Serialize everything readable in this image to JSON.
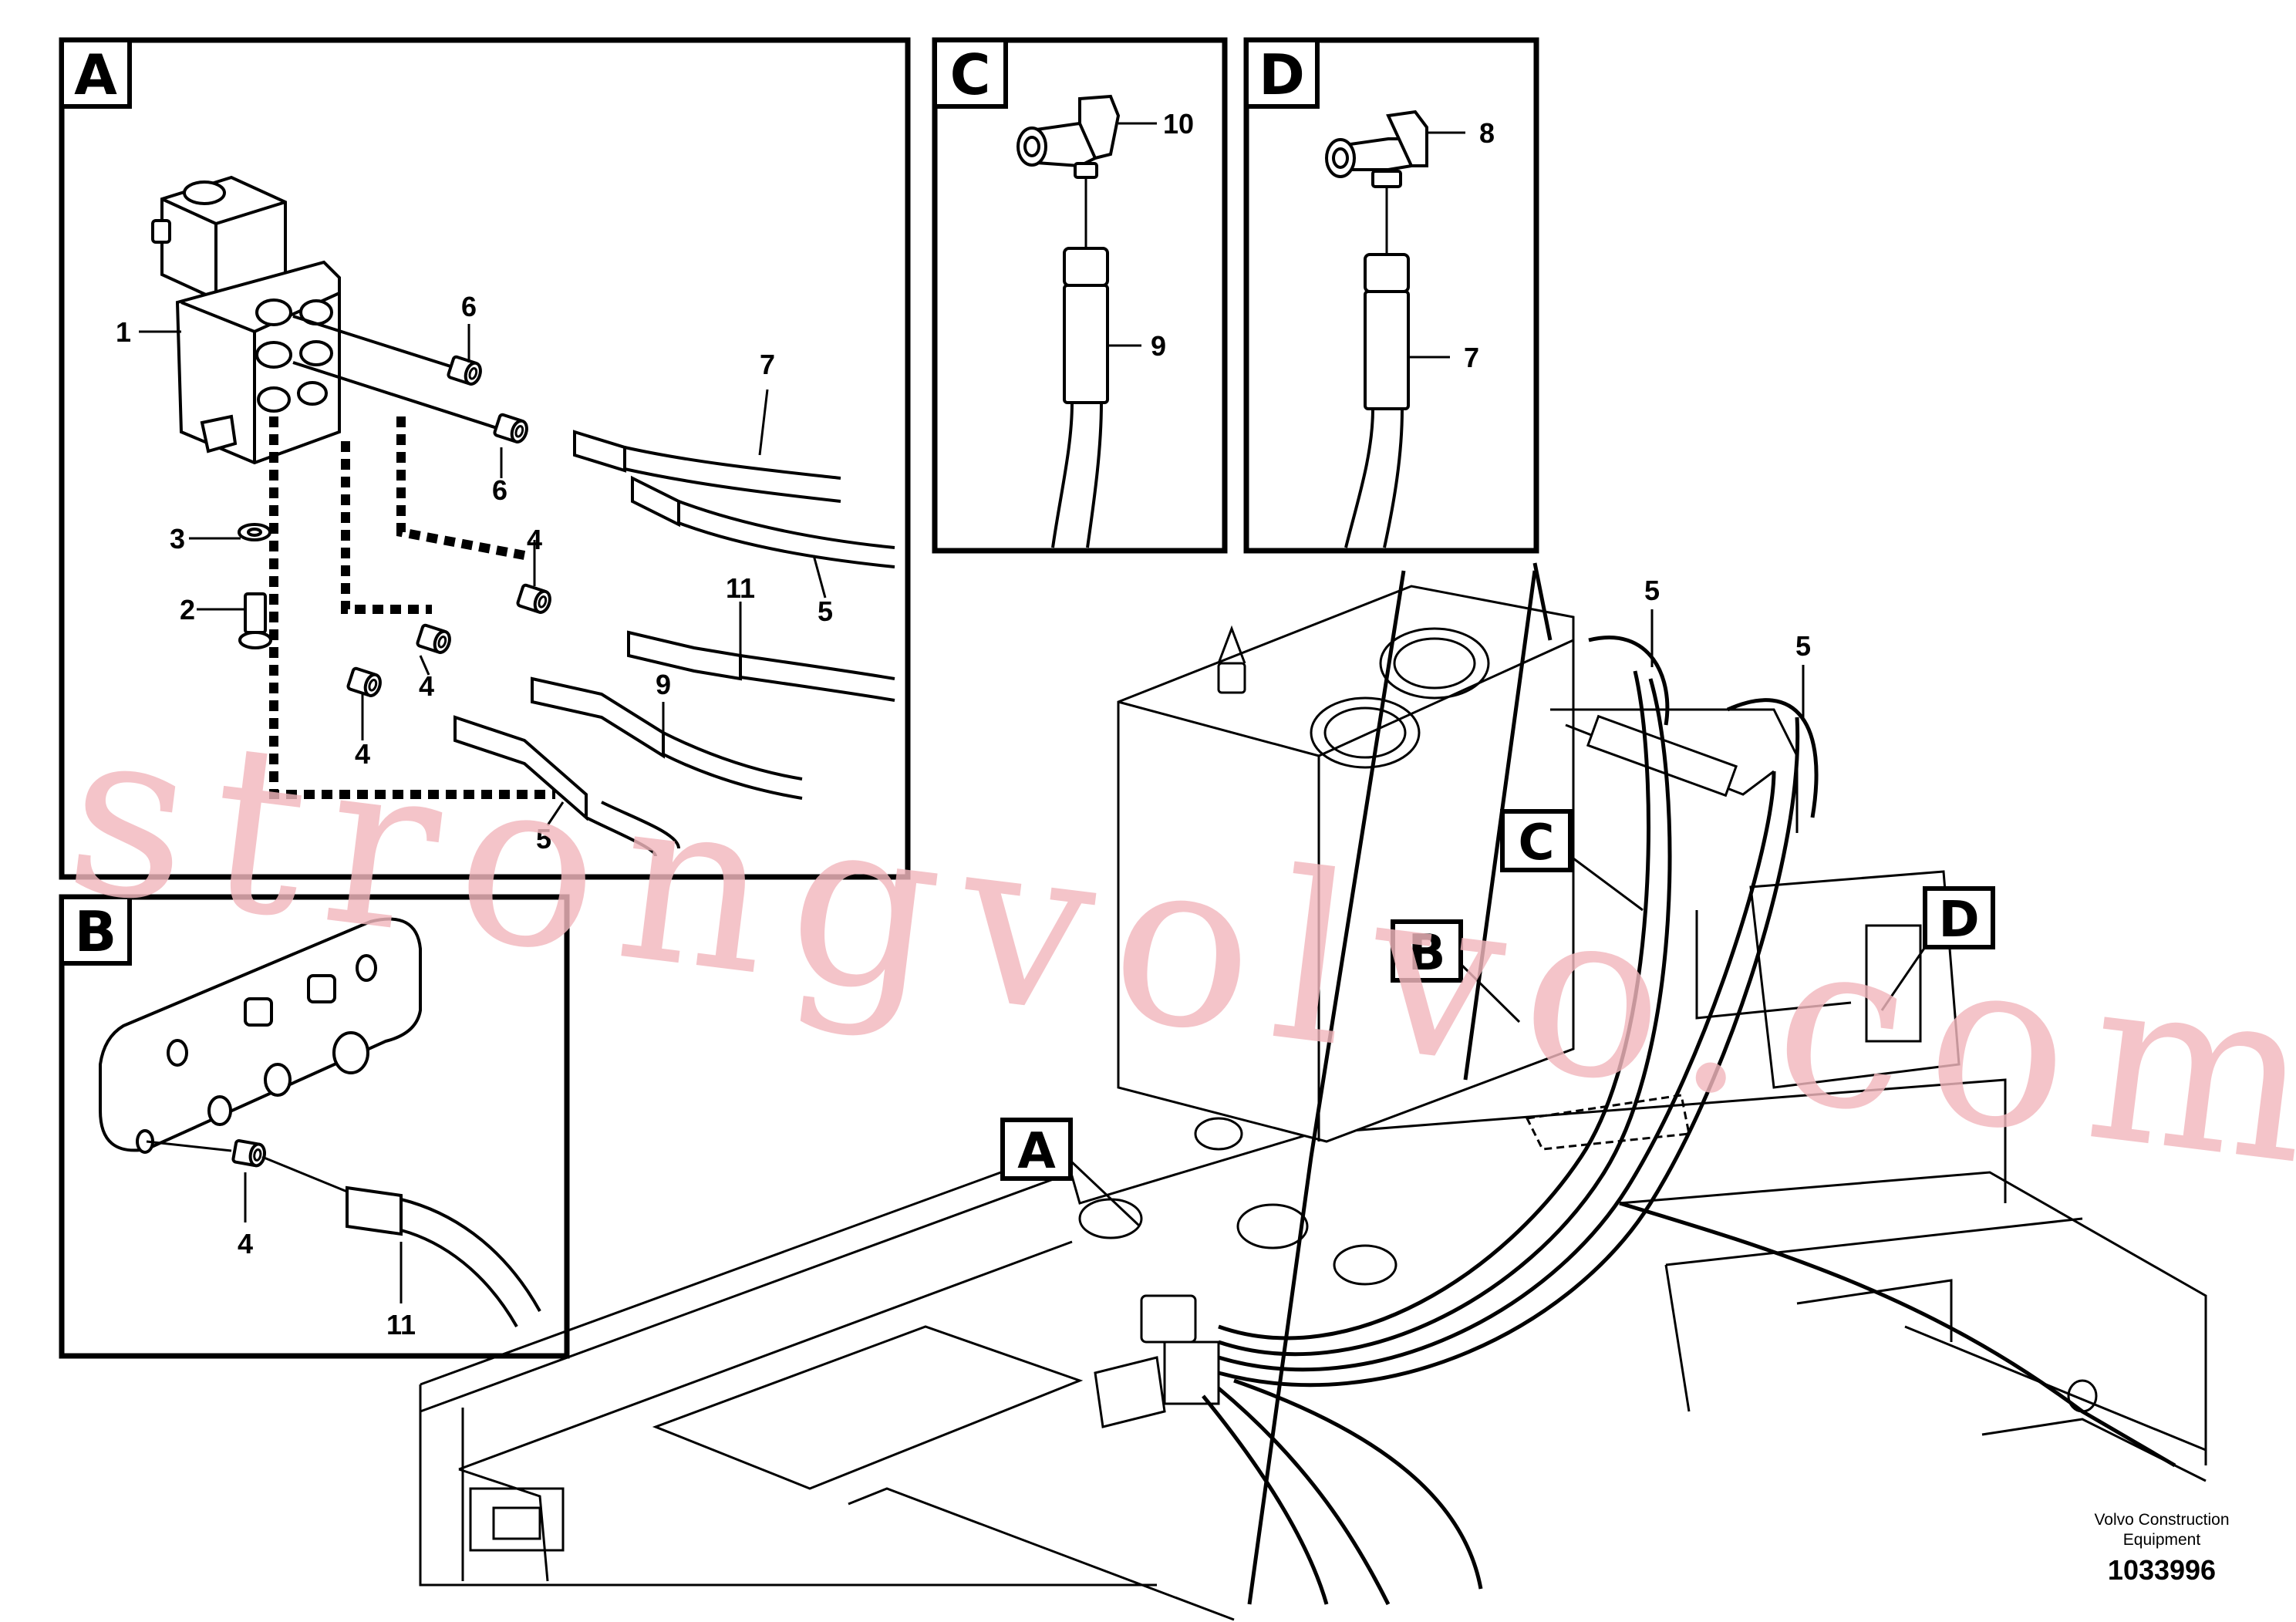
{
  "panels": {
    "A": {
      "tag": "A",
      "callouts": [
        "1",
        "2",
        "3",
        "4",
        "4",
        "4",
        "5",
        "5",
        "6",
        "6",
        "7",
        "9",
        "11"
      ]
    },
    "B": {
      "tag": "B",
      "callouts": [
        "4",
        "11"
      ]
    },
    "C": {
      "tag": "C",
      "callouts": [
        "10",
        "9"
      ]
    },
    "D": {
      "tag": "D",
      "callouts": [
        "8",
        "7"
      ]
    }
  },
  "overview": {
    "tags": [
      "A",
      "B",
      "C",
      "D"
    ],
    "callouts": [
      "5",
      "5"
    ]
  },
  "watermark": "strongvolvo.com",
  "footer": {
    "brand_line1": "Volvo Construction",
    "brand_line2": "Equipment",
    "ref_number": "1033996"
  }
}
